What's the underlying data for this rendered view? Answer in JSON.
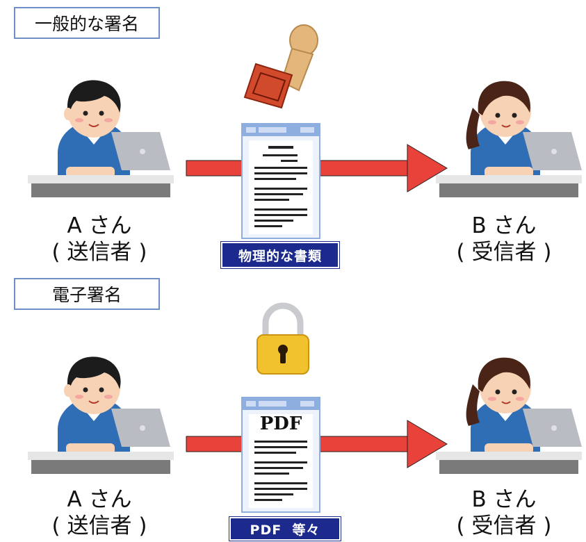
{
  "sections": [
    {
      "title": "一般的な署名",
      "sender": {
        "name_line1": "A さん",
        "name_line2": "( 送信者 )"
      },
      "receiver": {
        "name_line1": "B さん",
        "name_line2": "( 受信者 )"
      },
      "document_caption": "物理的な書類",
      "document_header": "",
      "seal_icon": "hanko-stamp-icon"
    },
    {
      "title": "電子署名",
      "sender": {
        "name_line1": "A さん",
        "name_line2": "( 送信者 )"
      },
      "receiver": {
        "name_line1": "B さん",
        "name_line2": "( 受信者 )"
      },
      "document_caption": "PDF  等々",
      "document_header": "PDF",
      "seal_icon": "padlock-icon"
    }
  ],
  "colors": {
    "arrow": "#e8423b",
    "box_border": "#6f8fc7",
    "caption_bg": "#1b2a8c",
    "shirt": "#2f6db5",
    "laptop": "#b9bcc2",
    "lock": "#f2c12e"
  }
}
